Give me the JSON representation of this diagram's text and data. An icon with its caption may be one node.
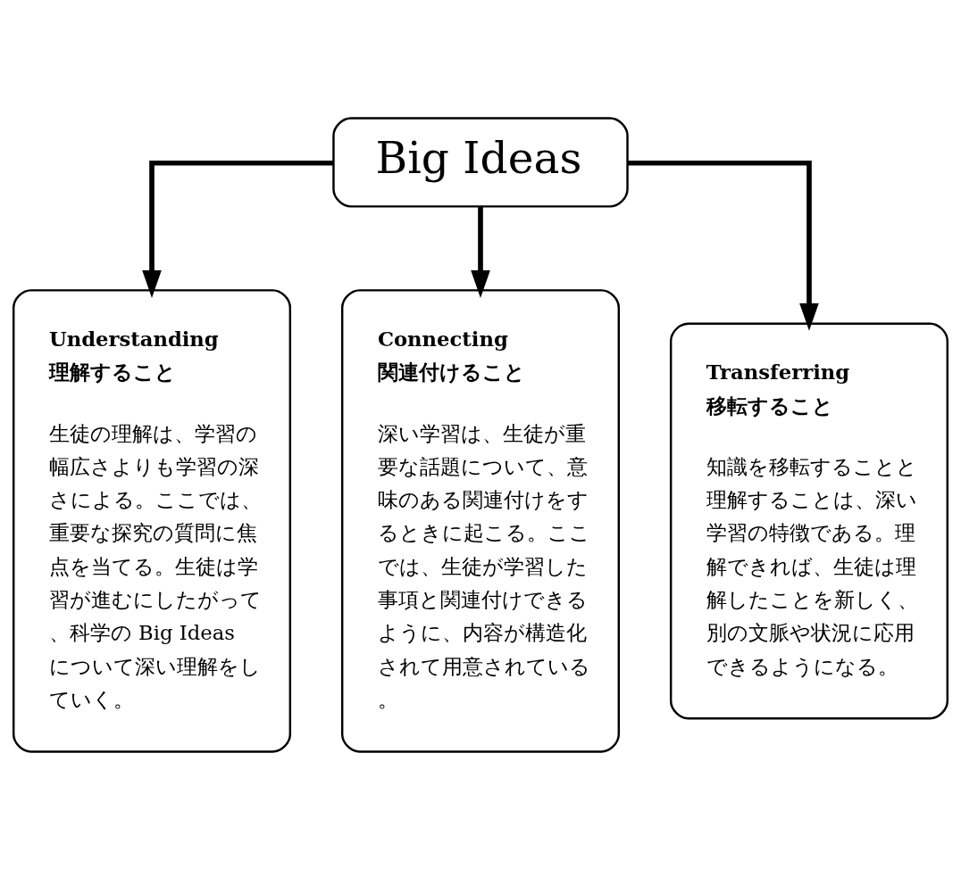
{
  "diagram": {
    "nodes": [
      {
        "text": [
          "Big Ideas"
        ]
      },
      {
        "text": [
          "Understanding",
          "理解すること",
          "生徒の理解は、学習の幅広さよりも学習の深さによる。ここでは、重要な探究の質問に焦点を当てる。生徒は学習が進むにしたがって、科学の Big Ideas について深い理解をしていく。"
        ]
      },
      {
        "text": [
          "Connecting",
          "関連付けること",
          "深い学習は、生徒が重要な話題について、意味のある関連付けをするときに起こる。ここでは、生徒が学習した事項と関連付けできるように、内容が構造化されて用意されている。"
        ]
      },
      {
        "text": [
          "Transferring",
          "移転すること",
          "知識を移転することと理解することは、深い学習の特徴である。理解できれば、生徒は理解したことを新しく、別の文脈や状況に応用できるようになる。"
        ]
      }
    ],
    "edges": [
      {
        "from": 0,
        "to": 1,
        "arrow": "to"
      },
      {
        "from": 0,
        "to": 2,
        "arrow": "to"
      },
      {
        "from": 0,
        "to": 3,
        "arrow": "to"
      }
    ]
  }
}
